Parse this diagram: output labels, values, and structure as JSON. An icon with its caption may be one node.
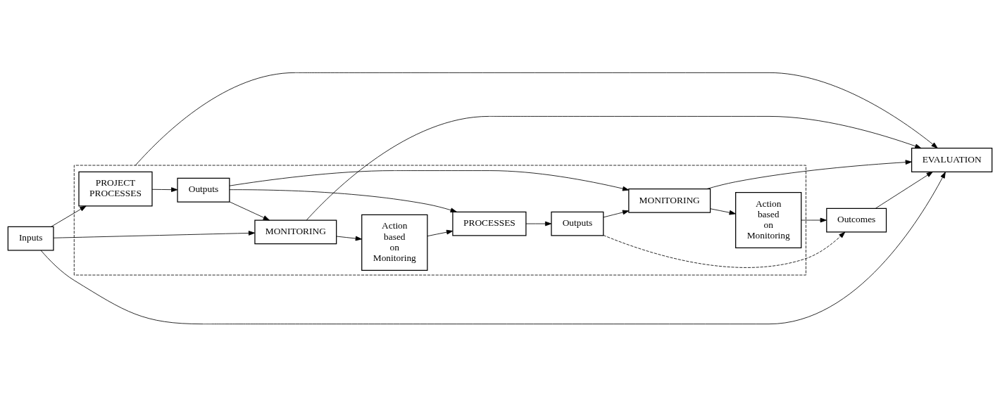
{
  "diagram": {
    "nodes": [
      {
        "text": [
          "Inputs"
        ]
      },
      {
        "text": [],
        "shape": "box"
      },
      {
        "text": [
          "PROJECT PROCESSES"
        ],
        "in": 1
      },
      {
        "text": [
          "Outputs"
        ],
        "in": 1
      },
      {
        "text": [
          "PROCESSES"
        ],
        "in": 1
      },
      {
        "text": [
          "Outputs"
        ],
        "in": 1
      },
      {
        "text": [
          "Outcomes"
        ]
      },
      {
        "text": [
          "MONITORING"
        ],
        "in": 1
      },
      {
        "text": [
          "Action based on Monitoring"
        ],
        "in": 1
      },
      {
        "text": [
          "MONITORING"
        ],
        "in": 1
      },
      {
        "text": [
          "Action based on Monitoring"
        ],
        "in": 1
      },
      {
        "text": [
          "EVALUATION"
        ]
      }
    ],
    "edges": [
      {
        "from": 0,
        "to": 2,
        "arrow": "to"
      },
      {
        "from": 0,
        "to": 7,
        "arrow": "to"
      },
      {
        "from": 0,
        "to": 11,
        "arrow": "to"
      },
      {
        "from": 2,
        "to": 3,
        "arrow": "to"
      },
      {
        "from": 3,
        "to": 4,
        "arrow": "to"
      },
      {
        "from": 3,
        "to": 7,
        "arrow": "to"
      },
      {
        "from": 3,
        "to": 9,
        "arrow": "to"
      },
      {
        "from": 7,
        "to": 8,
        "arrow": "to"
      },
      {
        "from": 8,
        "to": 4,
        "arrow": "to"
      },
      {
        "from": 4,
        "to": 5,
        "arrow": "to"
      },
      {
        "from": 5,
        "to": 9,
        "arrow": "to"
      },
      {
        "from": 5,
        "to": 6,
        "arrow": "to",
        "style": "dashed"
      },
      {
        "from": 9,
        "to": 10,
        "arrow": "to"
      },
      {
        "from": 10,
        "to": 6,
        "arrow": "to"
      },
      {
        "from": 7,
        "to": 11,
        "arrow": "to"
      },
      {
        "from": 9,
        "to": 11,
        "arrow": "to"
      },
      {
        "from": 1,
        "to": 11,
        "arrow": "to"
      },
      {
        "from": 6,
        "to": 11,
        "arrow": "to"
      }
    ]
  }
}
